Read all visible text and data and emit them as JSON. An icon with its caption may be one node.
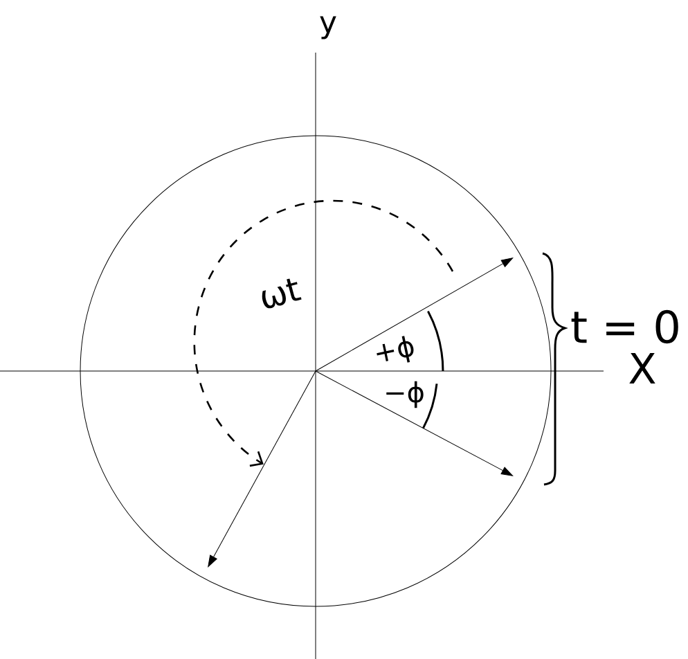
{
  "diagram": {
    "labels": [
      "y",
      "ωt",
      "t = 0",
      "+ϕ",
      "X",
      "−ϕ"
    ]
  }
}
